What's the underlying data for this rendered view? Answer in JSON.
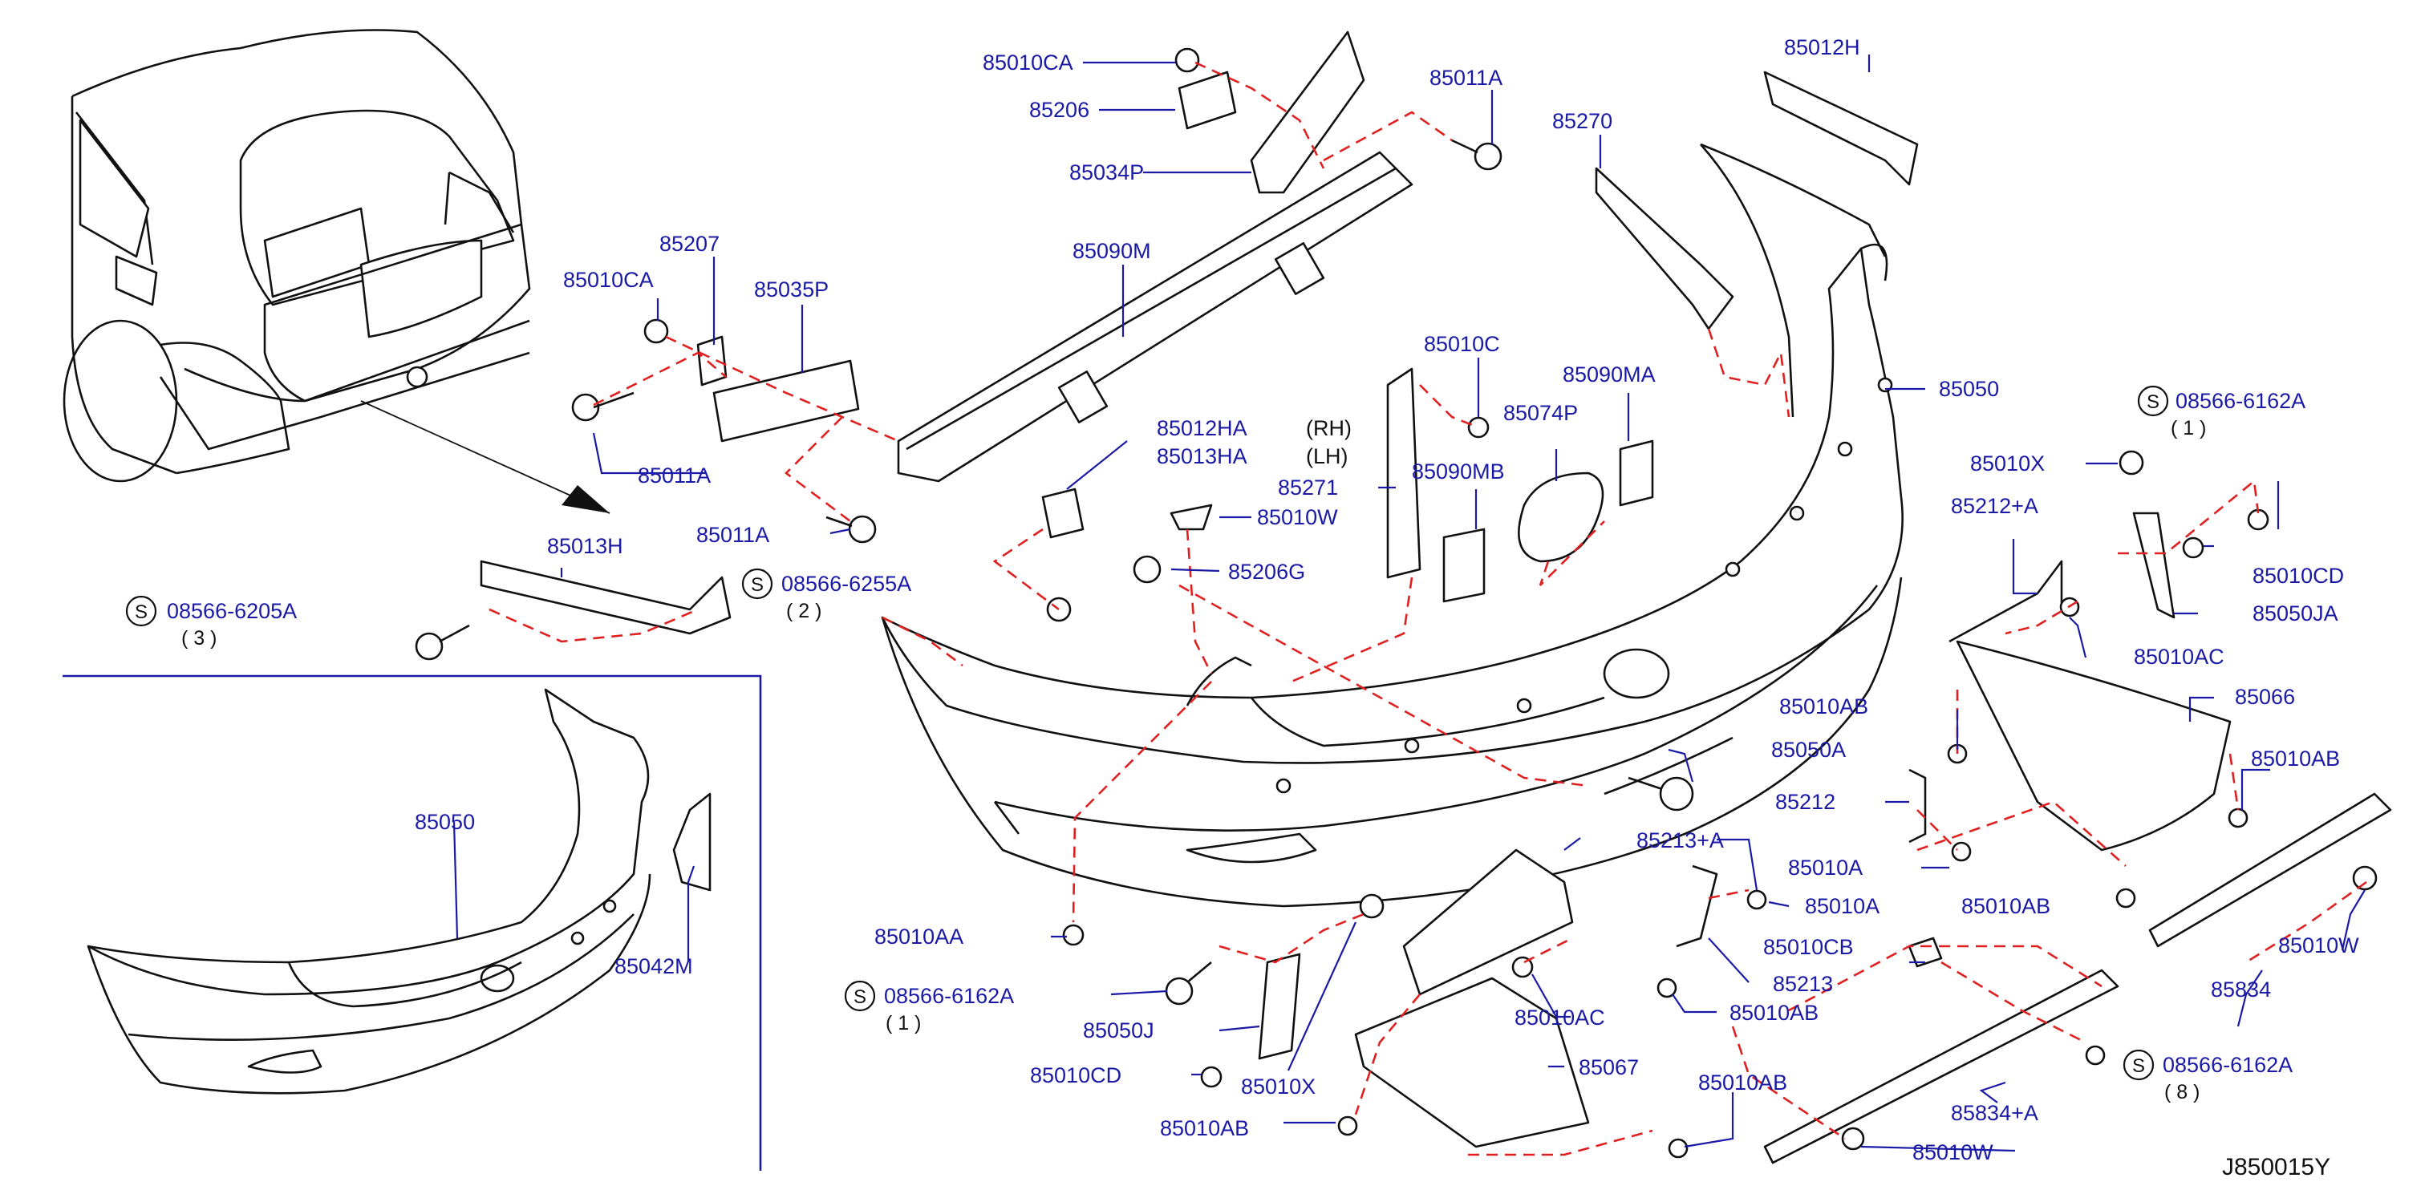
{
  "diagram": {
    "reference": "J850015Y",
    "parts": [
      "85010CA",
      "85206",
      "85034P",
      "85011A",
      "85012H",
      "85270",
      "85207",
      "85010CA",
      "85035P",
      "85090M",
      "85010C",
      "85090MA",
      "85050",
      "85011A",
      "85012HA",
      "85013HA",
      "85074P",
      "85090MB",
      "85010W",
      "85271",
      "85011A",
      "85013H",
      "85206G",
      "85050A",
      "85010X",
      "85212+A",
      "85010CD",
      "85050JA",
      "85010AC",
      "85066",
      "85010AB",
      "85010AB",
      "85212",
      "85010A",
      "85010A",
      "85010AB",
      "85213+A",
      "85010AA",
      "85050J",
      "85010AC",
      "85010CB",
      "85213",
      "85010AB",
      "85010CD",
      "85010X",
      "85067",
      "85010AB",
      "85010AB",
      "85834",
      "85010W",
      "85834+A",
      "85010W",
      "85050",
      "85042M"
    ],
    "standard_parts": [
      {
        "code": "08566-6162A",
        "qty": "( 1 )"
      },
      {
        "code": "08566-6255A",
        "qty": "( 2 )"
      },
      {
        "code": "08566-6205A",
        "qty": "( 3 )"
      },
      {
        "code": "08566-6162A",
        "qty": "( 1 )"
      },
      {
        "code": "08566-6162A",
        "qty": "( 8 )"
      }
    ],
    "side_labels": {
      "rh": "(RH)",
      "lh": "(LH)"
    },
    "s_mark": "S"
  }
}
